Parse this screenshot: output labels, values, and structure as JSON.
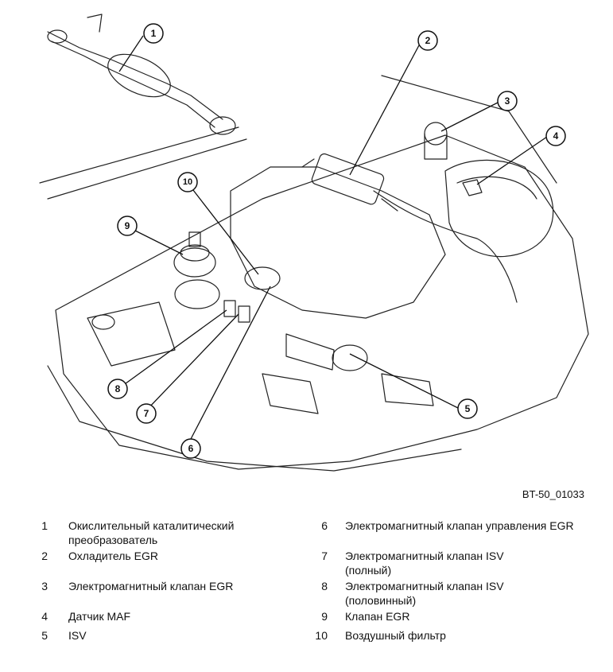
{
  "figure_id": "BT-50_01033",
  "callouts": [
    "1",
    "2",
    "3",
    "4",
    "5",
    "6",
    "7",
    "8",
    "9",
    "10"
  ],
  "legend": [
    {
      "num": "1",
      "text": "Окислительный каталитический преобразователь"
    },
    {
      "num": "2",
      "text": "Охладитель EGR"
    },
    {
      "num": "3",
      "text": "Электромагнитный клапан EGR"
    },
    {
      "num": "4",
      "text": "Датчик MAF"
    },
    {
      "num": "5",
      "text": "ISV"
    },
    {
      "num": "6",
      "text": "Электромагнитный клапан управления EGR"
    },
    {
      "num": "7",
      "text": "Электромагнитный клапан ISV (полный)"
    },
    {
      "num": "8",
      "text": "Электромагнитный клапан ISV (половинный)"
    },
    {
      "num": "9",
      "text": "Клапан EGR"
    },
    {
      "num": "10",
      "text": "Воздушный фильтр"
    }
  ]
}
